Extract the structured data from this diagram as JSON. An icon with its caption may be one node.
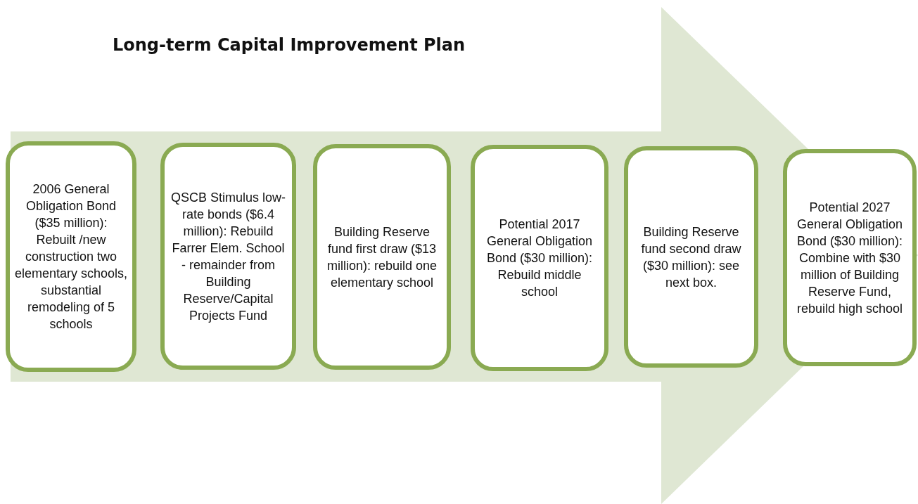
{
  "diagram": {
    "title": "Long-term Capital Improvement Plan",
    "nodes": [
      {
        "text": [
          "2006 General Obligation Bond ($35 million): Rebuilt /new construction two elementary schools, substantial remodeling of 5 schools"
        ]
      },
      {
        "text": [
          "QSCB Stimulus low-rate bonds ($6.4 million): Rebuild Farrer Elem. School - remainder from Building Reserve/Capital Projects Fund"
        ]
      },
      {
        "text": [
          "Building Reserve fund first draw ($13 million): rebuild one elementary school"
        ]
      },
      {
        "text": [
          "Potential 2017 General Obligation Bond ($30 million): Rebuild middle school"
        ]
      },
      {
        "text": [
          "Building Reserve fund second draw ($30 million): see next box."
        ]
      },
      {
        "text": [
          "Potential 2027 General Obligation Bond ($30 million): Combine with $30 million of Building Reserve Fund, rebuild high school"
        ]
      }
    ],
    "edges": [
      {
        "from": 0,
        "to": 5,
        "arrow": "to"
      }
    ]
  }
}
